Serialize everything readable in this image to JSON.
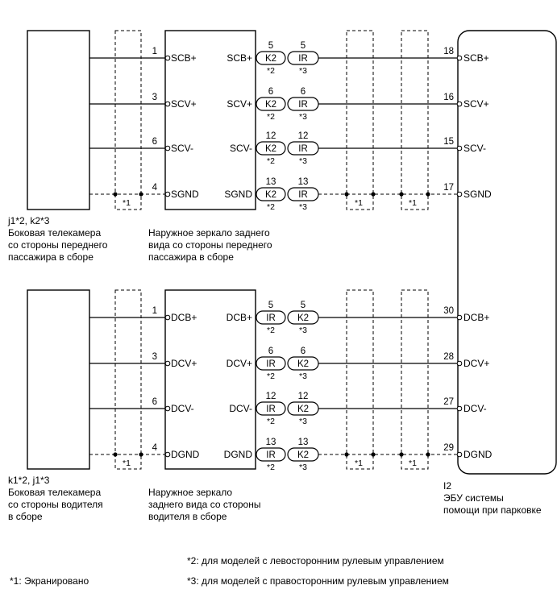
{
  "ecu": {
    "code": "I2",
    "name_lines": [
      "ЭБУ системы",
      "помощи при парковке"
    ]
  },
  "passenger_group": {
    "camera": {
      "lines": [
        "j1*2, k2*3",
        "Боковая телекамера",
        "со стороны переднего",
        "пассажира в сборе"
      ]
    },
    "mirror": {
      "lines": [
        "Наружное зеркало заднего",
        "вида со стороны переднего",
        "пассажира в сборе"
      ]
    },
    "circuits": [
      {
        "cam_pin": "1",
        "cam_label": "SCB+",
        "mirror_label": "SCB+",
        "pin_a": "5",
        "conn_a": "K2",
        "note_a": "*2",
        "pin_b": "5",
        "conn_b": "IR",
        "note_b": "*3",
        "ecu_pin": "18",
        "ecu_label": "SCB+"
      },
      {
        "cam_pin": "3",
        "cam_label": "SCV+",
        "mirror_label": "SCV+",
        "pin_a": "6",
        "conn_a": "K2",
        "note_a": "*2",
        "pin_b": "6",
        "conn_b": "IR",
        "note_b": "*3",
        "ecu_pin": "16",
        "ecu_label": "SCV+"
      },
      {
        "cam_pin": "6",
        "cam_label": "SCV-",
        "mirror_label": "SCV-",
        "pin_a": "12",
        "conn_a": "K2",
        "note_a": "*2",
        "pin_b": "12",
        "conn_b": "IR",
        "note_b": "*3",
        "ecu_pin": "15",
        "ecu_label": "SCV-"
      },
      {
        "cam_pin": "4",
        "cam_label": "SGND",
        "mirror_label": "SGND",
        "pin_a": "13",
        "conn_a": "K2",
        "note_a": "*2",
        "pin_b": "13",
        "conn_b": "IR",
        "note_b": "*3",
        "ecu_pin": "17",
        "ecu_label": "SGND"
      }
    ]
  },
  "driver_group": {
    "camera": {
      "lines": [
        "k1*2, j1*3",
        "Боковая телекамера",
        "со стороны водителя",
        "в сборе"
      ]
    },
    "mirror": {
      "lines": [
        "Наружное зеркало",
        "заднего вида со стороны",
        "водителя в сборе"
      ]
    },
    "circuits": [
      {
        "cam_pin": "1",
        "cam_label": "DCB+",
        "mirror_label": "DCB+",
        "pin_a": "5",
        "conn_a": "IR",
        "note_a": "*2",
        "pin_b": "5",
        "conn_b": "K2",
        "note_b": "*3",
        "ecu_pin": "30",
        "ecu_label": "DCB+"
      },
      {
        "cam_pin": "3",
        "cam_label": "DCV+",
        "mirror_label": "DCV+",
        "pin_a": "6",
        "conn_a": "IR",
        "note_a": "*2",
        "pin_b": "6",
        "conn_b": "K2",
        "note_b": "*3",
        "ecu_pin": "28",
        "ecu_label": "DCV+"
      },
      {
        "cam_pin": "6",
        "cam_label": "DCV-",
        "mirror_label": "DCV-",
        "pin_a": "12",
        "conn_a": "IR",
        "note_a": "*2",
        "pin_b": "12",
        "conn_b": "K2",
        "note_b": "*3",
        "ecu_pin": "27",
        "ecu_label": "DCV-"
      },
      {
        "cam_pin": "4",
        "cam_label": "DGND",
        "mirror_label": "DGND",
        "pin_a": "13",
        "conn_a": "IR",
        "note_a": "*2",
        "pin_b": "13",
        "conn_b": "K2",
        "note_b": "*3",
        "ecu_pin": "29",
        "ecu_label": "DGND"
      }
    ]
  },
  "shield_marker": "*1",
  "legend": {
    "shielded": "*1: Экранировано",
    "lhd": "*2: для моделей с левосторонним рулевым управлением",
    "rhd": "*3: для моделей с правосторонним рулевым управлением"
  }
}
